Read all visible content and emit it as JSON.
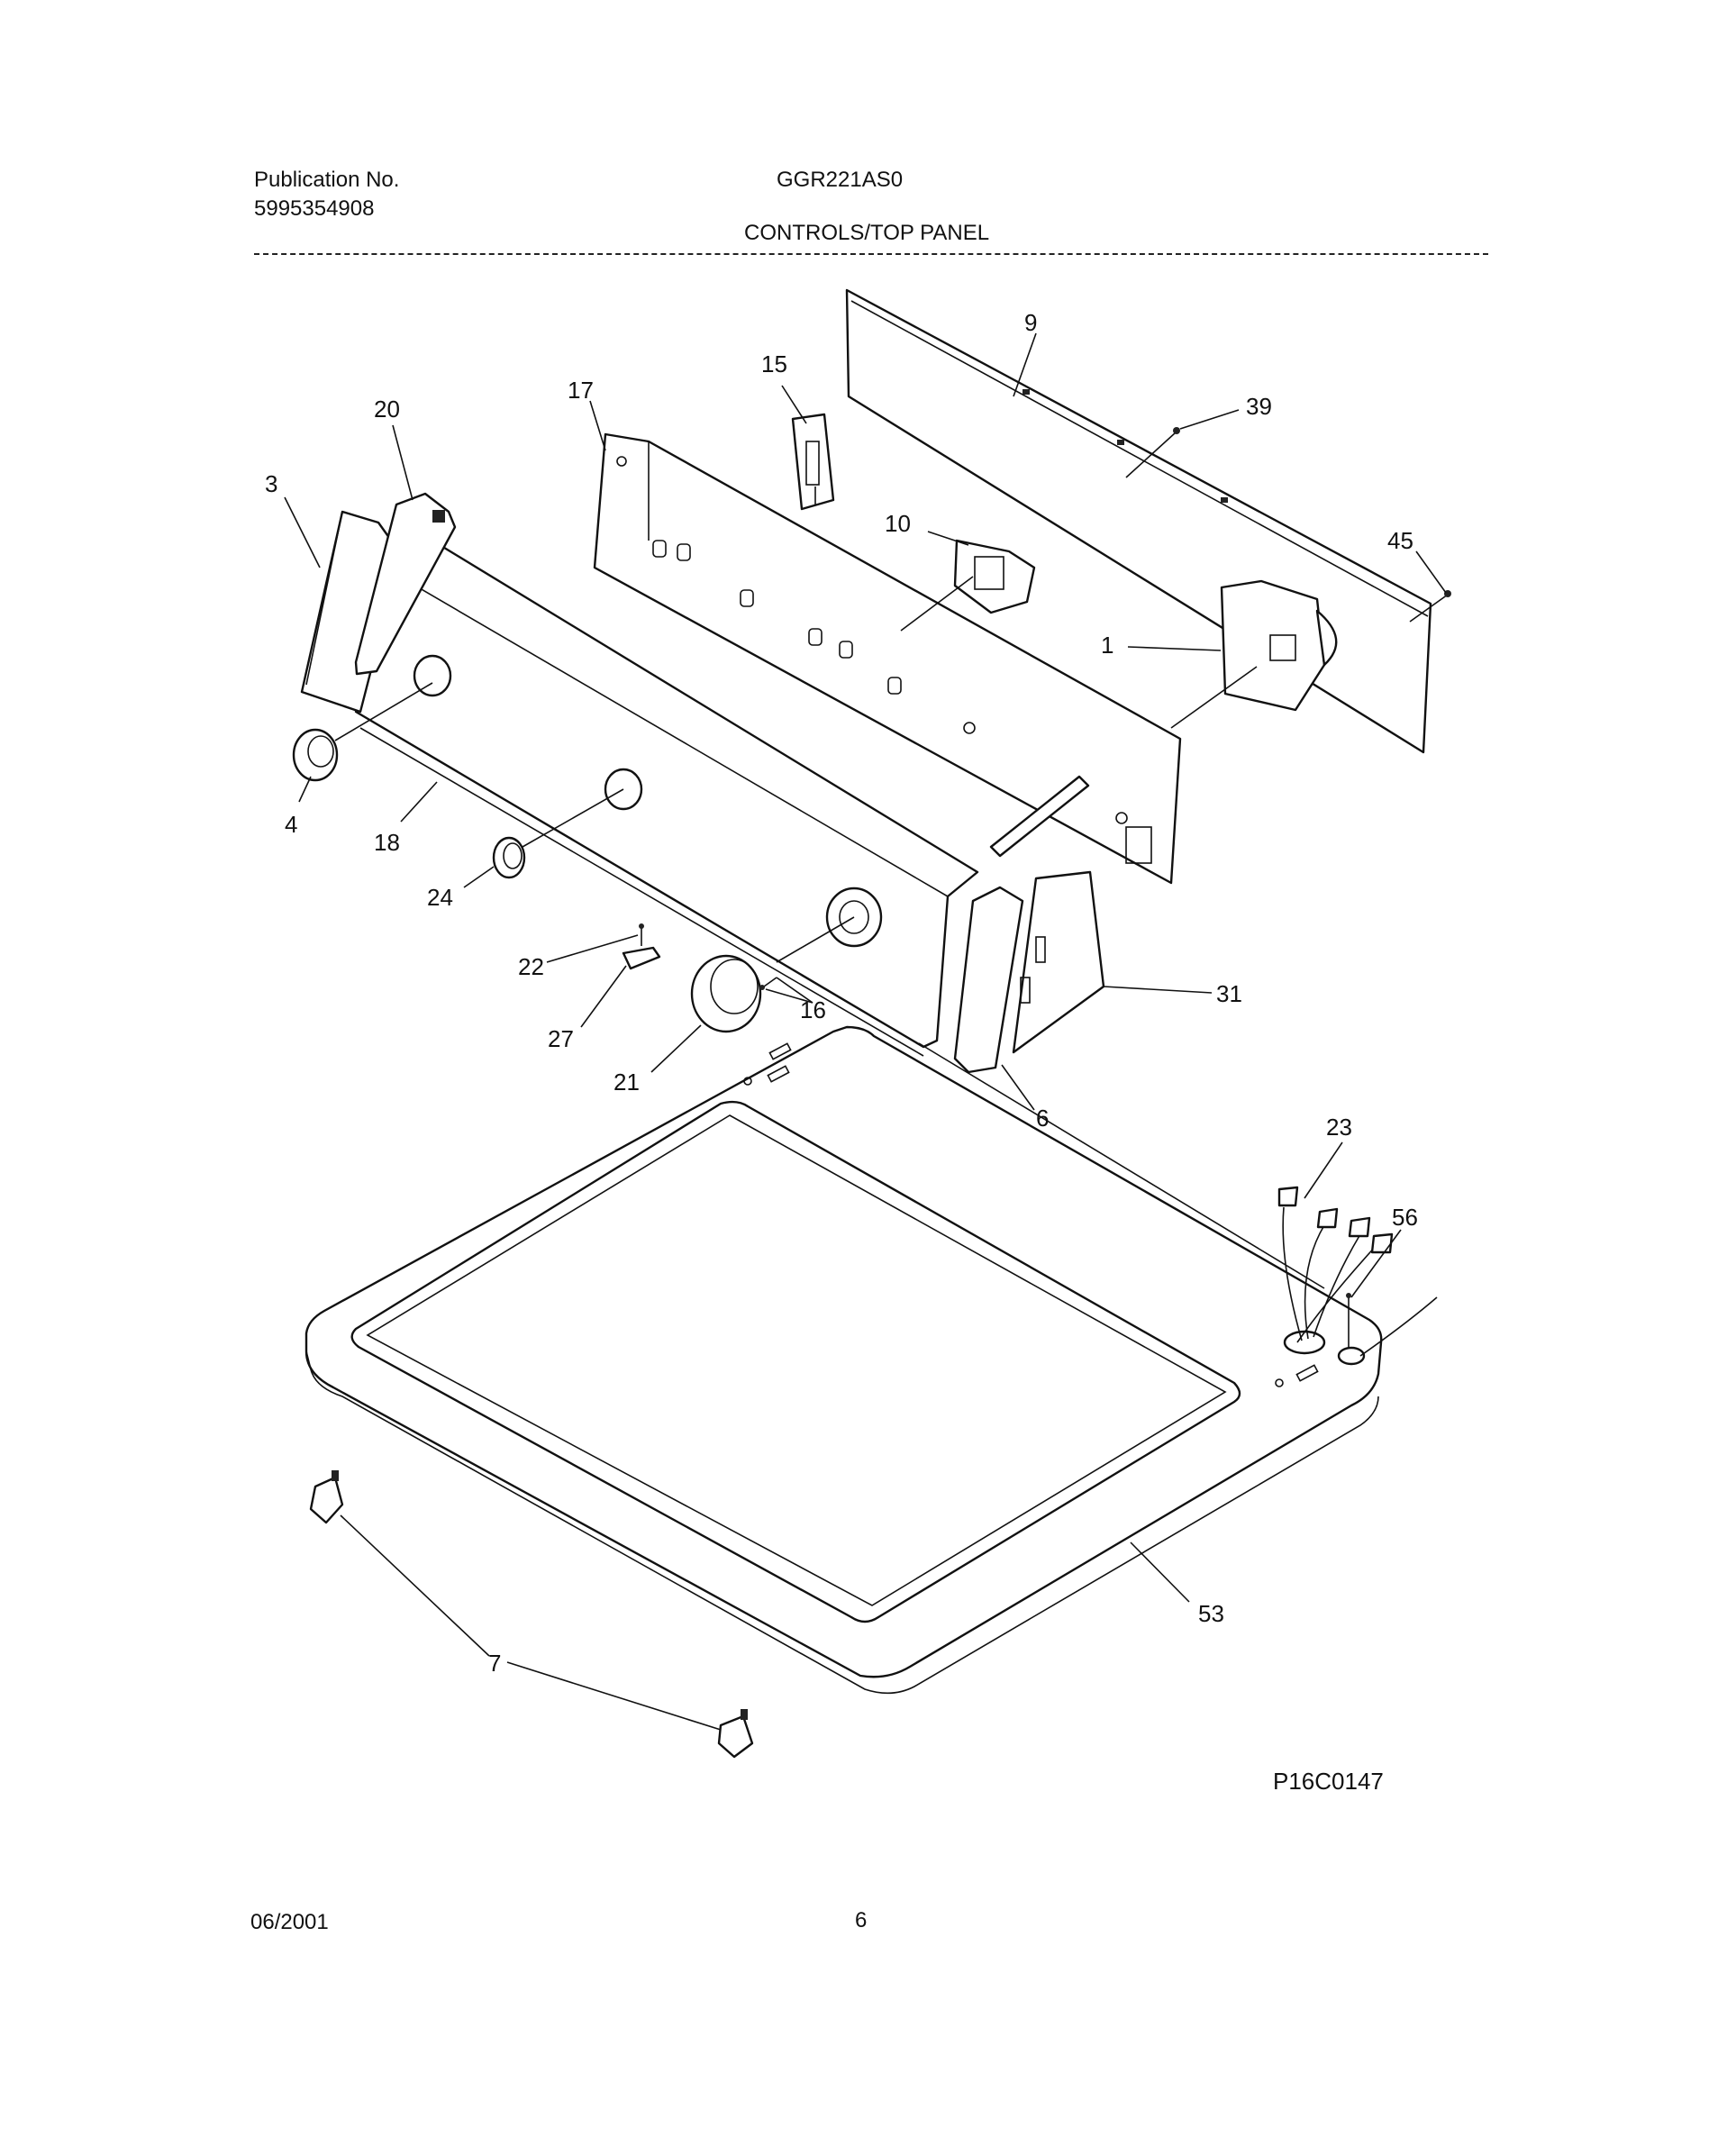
{
  "header": {
    "publication_label": "Publication No.",
    "publication_number": "5995354908",
    "model": "GGR221AS0",
    "section_title": "CONTROLS/TOP PANEL"
  },
  "callouts": {
    "c1": "1",
    "c3": "3",
    "c4": "4",
    "c6": "6",
    "c7": "7",
    "c9": "9",
    "c10": "10",
    "c15": "15",
    "c16": "16",
    "c17": "17",
    "c18": "18",
    "c20": "20",
    "c21": "21",
    "c22": "22",
    "c23": "23",
    "c24": "24",
    "c27": "27",
    "c31": "31",
    "c39": "39",
    "c45": "45",
    "c53": "53",
    "c56": "56"
  },
  "figure_id": "P16C0147",
  "footer": {
    "date": "06/2001",
    "page": "6"
  }
}
